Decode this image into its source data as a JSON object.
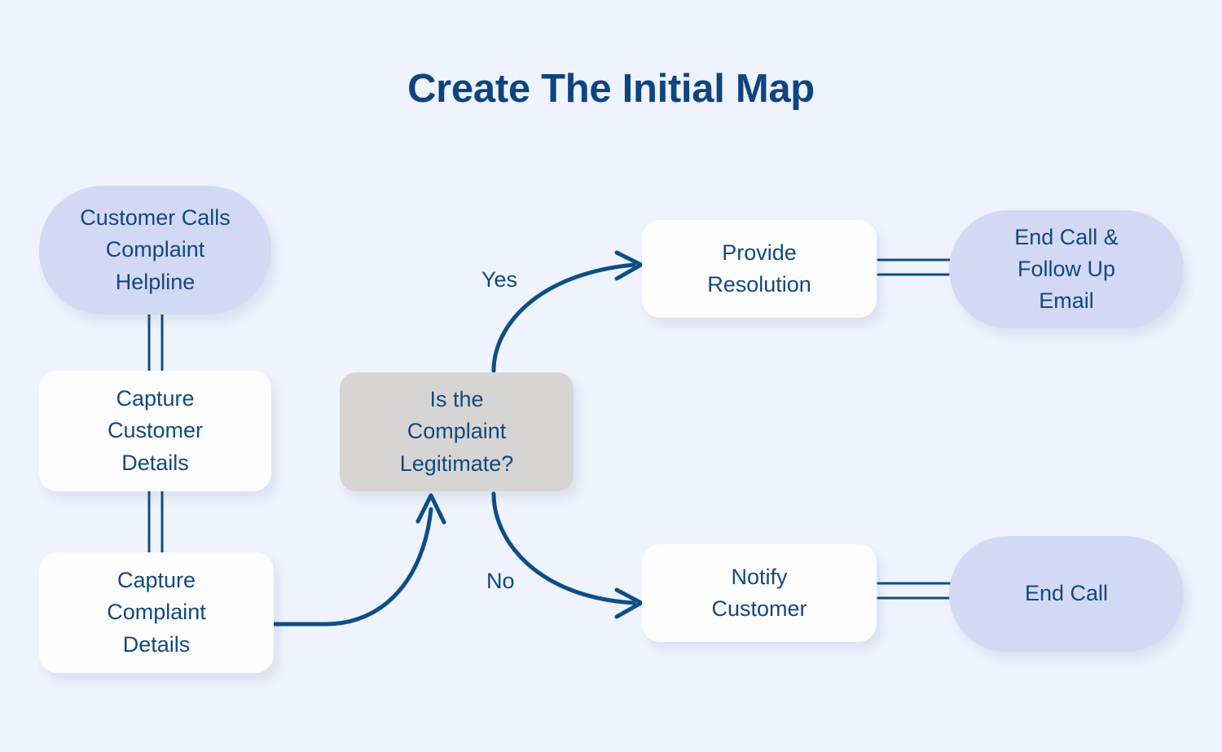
{
  "page": {
    "title": "Create The Initial Map",
    "background_color": "#eff3fd",
    "accent_color": "#12497f",
    "title_color": "#0e4480",
    "pill_fill": "#d3d9f4",
    "box_fill": "#fdfdfe",
    "decision_fill": "#d6d5d3",
    "connector_color": "#0d4e86"
  },
  "chart_data": {
    "type": "diagram",
    "title": "Create The Initial Map",
    "nodes": [
      {
        "id": "start",
        "label": "Customer Calls Complaint Helpline",
        "shape": "pill",
        "fill": "#d3d9f4"
      },
      {
        "id": "capture_customer",
        "label": "Capture Customer Details",
        "shape": "rounded-rect",
        "fill": "#ffffff"
      },
      {
        "id": "capture_complaint",
        "label": "Capture Complaint Details",
        "shape": "rounded-rect",
        "fill": "#ffffff"
      },
      {
        "id": "decision",
        "label": "Is the Complaint Legitimate?",
        "shape": "rounded-rect",
        "fill": "#d6d5d3"
      },
      {
        "id": "provide_resolution",
        "label": "Provide Resolution",
        "shape": "rounded-rect",
        "fill": "#ffffff"
      },
      {
        "id": "end_call_email",
        "label": "End Call & Follow Up Email",
        "shape": "pill",
        "fill": "#d3d9f4"
      },
      {
        "id": "notify_customer",
        "label": "Notify Customer",
        "shape": "rounded-rect",
        "fill": "#ffffff"
      },
      {
        "id": "end_call",
        "label": "End Call",
        "shape": "pill",
        "fill": "#d3d9f4"
      }
    ],
    "edges": [
      {
        "from": "start",
        "to": "capture_customer",
        "label": "",
        "style": "double-line"
      },
      {
        "from": "capture_customer",
        "to": "capture_complaint",
        "label": "",
        "style": "double-line"
      },
      {
        "from": "capture_complaint",
        "to": "decision",
        "label": "",
        "style": "curved-arrow"
      },
      {
        "from": "decision",
        "to": "provide_resolution",
        "label": "Yes",
        "style": "curved-arrow"
      },
      {
        "from": "decision",
        "to": "notify_customer",
        "label": "No",
        "style": "curved-arrow"
      },
      {
        "from": "provide_resolution",
        "to": "end_call_email",
        "label": "",
        "style": "double-line"
      },
      {
        "from": "notify_customer",
        "to": "end_call",
        "label": "",
        "style": "double-line"
      }
    ]
  },
  "nodes": {
    "start": {
      "line1": "Customer Calls",
      "line2": "Complaint",
      "line3": "Helpline"
    },
    "capture_customer": {
      "line1": "Capture",
      "line2": "Customer",
      "line3": "Details"
    },
    "capture_complaint": {
      "line1": "Capture",
      "line2": "Complaint",
      "line3": "Details"
    },
    "decision": {
      "line1": "Is the",
      "line2": "Complaint",
      "line3": "Legitimate?"
    },
    "provide_resolution": {
      "line1": "Provide",
      "line2": "Resolution"
    },
    "end_call_email": {
      "line1": "End Call &",
      "line2": "Follow Up",
      "line3": "Email"
    },
    "notify_customer": {
      "line1": "Notify",
      "line2": "Customer"
    },
    "end_call": {
      "line1": "End Call"
    }
  },
  "edge_labels": {
    "yes": "Yes",
    "no": "No"
  }
}
